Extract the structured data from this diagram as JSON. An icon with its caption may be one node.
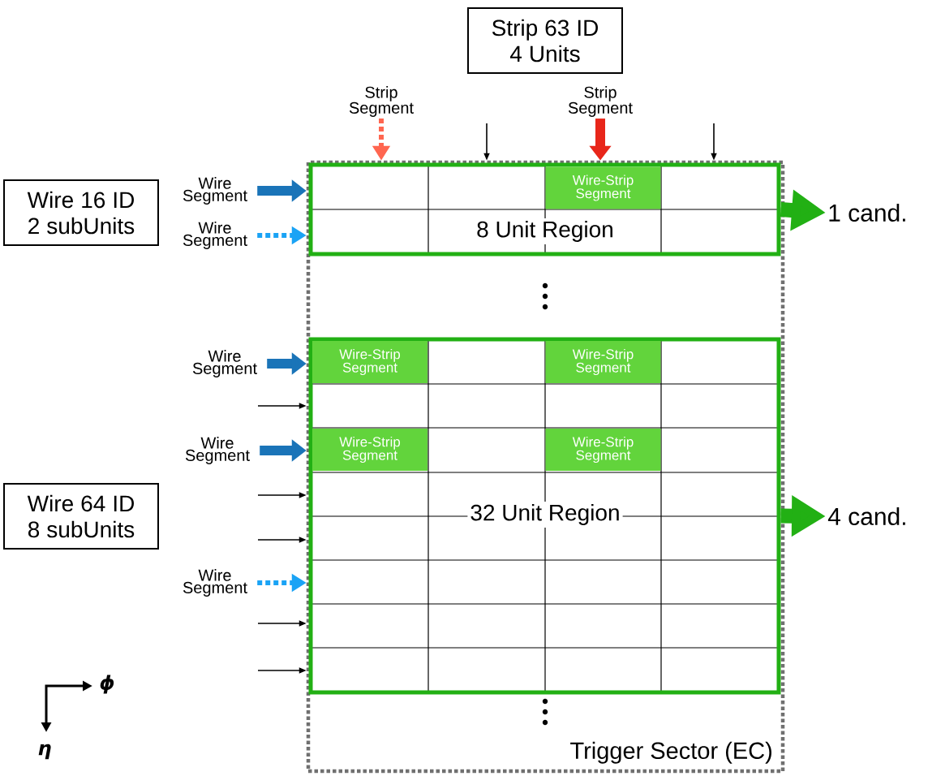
{
  "diagram": {
    "nodes": [
      {
        "text": [
          "Strip 63 ID 4 Units"
        ]
      },
      {
        "text": [
          "Strip Segment"
        ]
      },
      {
        "text": [
          "Strip Segment"
        ]
      },
      {
        "text": [
          "Wire 16 ID 2 subUnits"
        ]
      },
      {
        "text": [
          "Wire Segment"
        ]
      },
      {
        "text": [
          "Wire Segment"
        ]
      },
      {
        "text": [
          "Trigger Sector (EC)"
        ]
      },
      {
        "text": [
          "8 Unit Region"
        ],
        "in": 6
      },
      {
        "text": [
          "Wire-Strip Segment"
        ],
        "in": 7
      },
      {
        "text": [
          "1 cand."
        ]
      },
      {
        "text": [
          "Wire Segment"
        ]
      },
      {
        "text": [
          "Wire Segment"
        ]
      },
      {
        "text": [
          "Wire 64 ID 8 subUnits"
        ]
      },
      {
        "text": [
          "Wire Segment"
        ]
      },
      {
        "text": [
          "32 Unit Region"
        ],
        "in": 6
      },
      {
        "text": [
          "Wire-Strip Segment"
        ],
        "in": 14
      },
      {
        "text": [
          "Wire-Strip Segment"
        ],
        "in": 14
      },
      {
        "text": [
          "Wire-Strip Segment"
        ],
        "in": 14
      },
      {
        "text": [
          "Wire-Strip Segment"
        ],
        "in": 14
      },
      {
        "text": [
          "4 cand."
        ]
      }
    ],
    "edges": [
      {
        "from": 1,
        "to": 6,
        "arrow": "to",
        "style": "dashed",
        "color": "#ff6650"
      },
      {
        "from": null,
        "to": 6,
        "arrow": "to"
      },
      {
        "from": 2,
        "to": 6,
        "arrow": "to",
        "style": "thick",
        "color": "#e8261a"
      },
      {
        "from": null,
        "to": 6,
        "arrow": "to"
      },
      {
        "from": 4,
        "to": 6,
        "arrow": "to",
        "style": "thick",
        "color": "#1a74b8"
      },
      {
        "from": 5,
        "to": 6,
        "arrow": "to",
        "style": "dashed",
        "color": "#1aa3f5"
      },
      {
        "from": 10,
        "to": 6,
        "arrow": "to",
        "style": "thick",
        "color": "#1a74b8"
      },
      {
        "from": null,
        "to": 6,
        "arrow": "to"
      },
      {
        "from": 11,
        "to": 6,
        "arrow": "to",
        "style": "thick",
        "color": "#1a74b8"
      },
      {
        "from": null,
        "to": 6,
        "arrow": "to"
      },
      {
        "from": null,
        "to": 6,
        "arrow": "to"
      },
      {
        "from": 13,
        "to": 6,
        "arrow": "to",
        "style": "dashed",
        "color": "#1aa3f5"
      },
      {
        "from": null,
        "to": 6,
        "arrow": "to"
      },
      {
        "from": null,
        "to": 6,
        "arrow": "to"
      },
      {
        "from": 7,
        "to": 9,
        "arrow": "to",
        "style": "thick",
        "color": "#22b014"
      },
      {
        "from": 14,
        "to": 19,
        "arrow": "to",
        "style": "thick",
        "color": "#22b014"
      }
    ],
    "labels": [
      "ϕ",
      "η"
    ]
  }
}
